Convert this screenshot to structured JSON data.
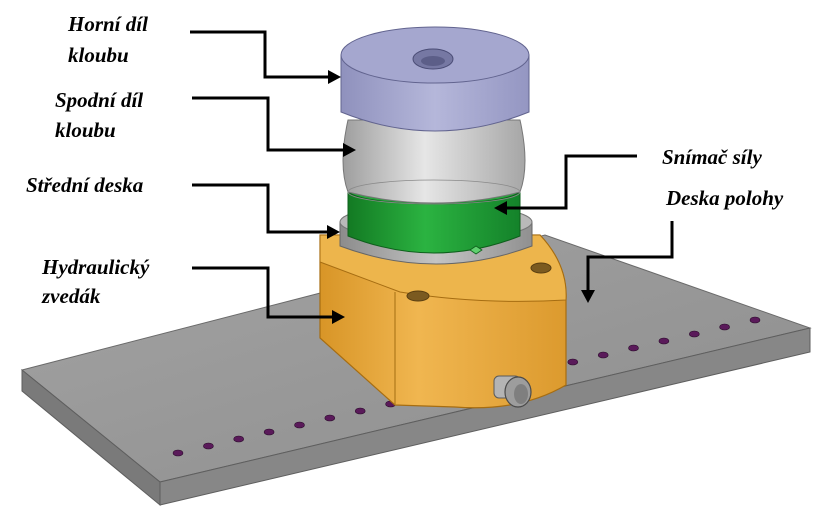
{
  "labels": {
    "upper_joint_line1": "Horní díl",
    "upper_joint_line2": "kloubu",
    "lower_joint_line1": "Spodní díl",
    "lower_joint_line2": "kloubu",
    "middle_plate": "Střední deska",
    "hydraulic_jack_line1": "Hydraulický",
    "hydraulic_jack_line2": "zvedák",
    "force_sensor": "Snímač síly",
    "position_plate": "Deska polohy"
  },
  "colors": {
    "upper_joint": "#a9abd0",
    "lower_joint": "#c9c9c9",
    "force_sensor": "#1f9a34",
    "hydraulic_jack": "#e3a63a",
    "base_plate": "#9a9a9a",
    "plate_holes": "#5a1a5a"
  }
}
